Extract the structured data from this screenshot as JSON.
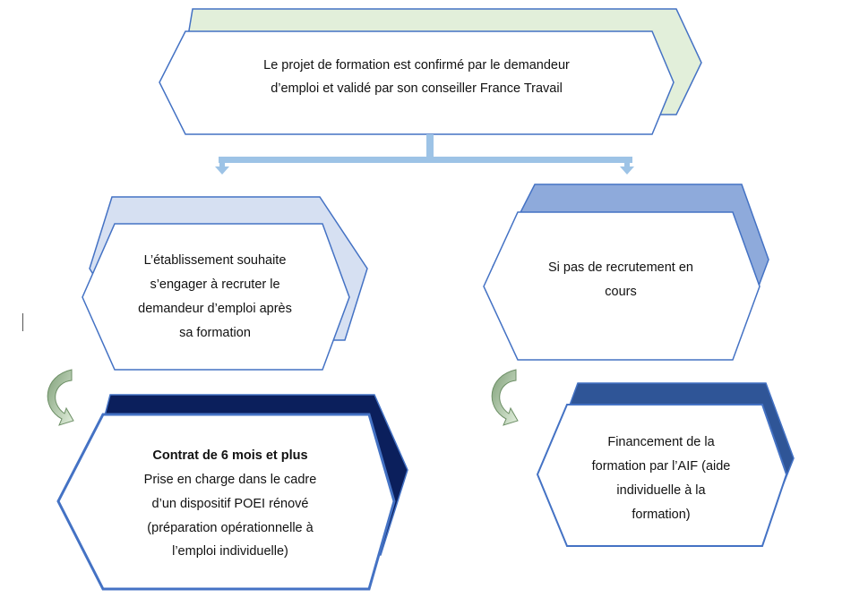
{
  "top": {
    "lines": [
      "Le projet de formation est confirmé par le demandeur",
      "d’emploi et validé par son conseiller France Travail"
    ]
  },
  "left": {
    "lines": [
      "L’établissement souhaite",
      "s’engager à recruter le",
      "demandeur d’emploi après",
      "sa formation"
    ]
  },
  "right": {
    "lines": [
      "Si pas de recrutement en",
      "cours"
    ]
  },
  "bottom_left": {
    "title": "Contrat de 6 mois et plus",
    "lines": [
      "Prise en charge dans le cadre",
      "d’un dispositif POEI rénové",
      "(préparation opérationnelle à",
      "l’emploi individuelle)"
    ]
  },
  "bottom_right": {
    "lines": [
      "Financement de la",
      "formation par l’AIF (aide",
      "individuelle à la",
      "formation)"
    ]
  },
  "colors": {
    "outline": "#4472c4",
    "connector": "#9dc3e6",
    "top_back": "#e2efda",
    "left_back": "#d6e0f2",
    "right_back": "#8eaadb",
    "bl_back": "#0b1f5c",
    "br_back": "#2f5597",
    "curve_arrow": "#c5dcc0"
  }
}
